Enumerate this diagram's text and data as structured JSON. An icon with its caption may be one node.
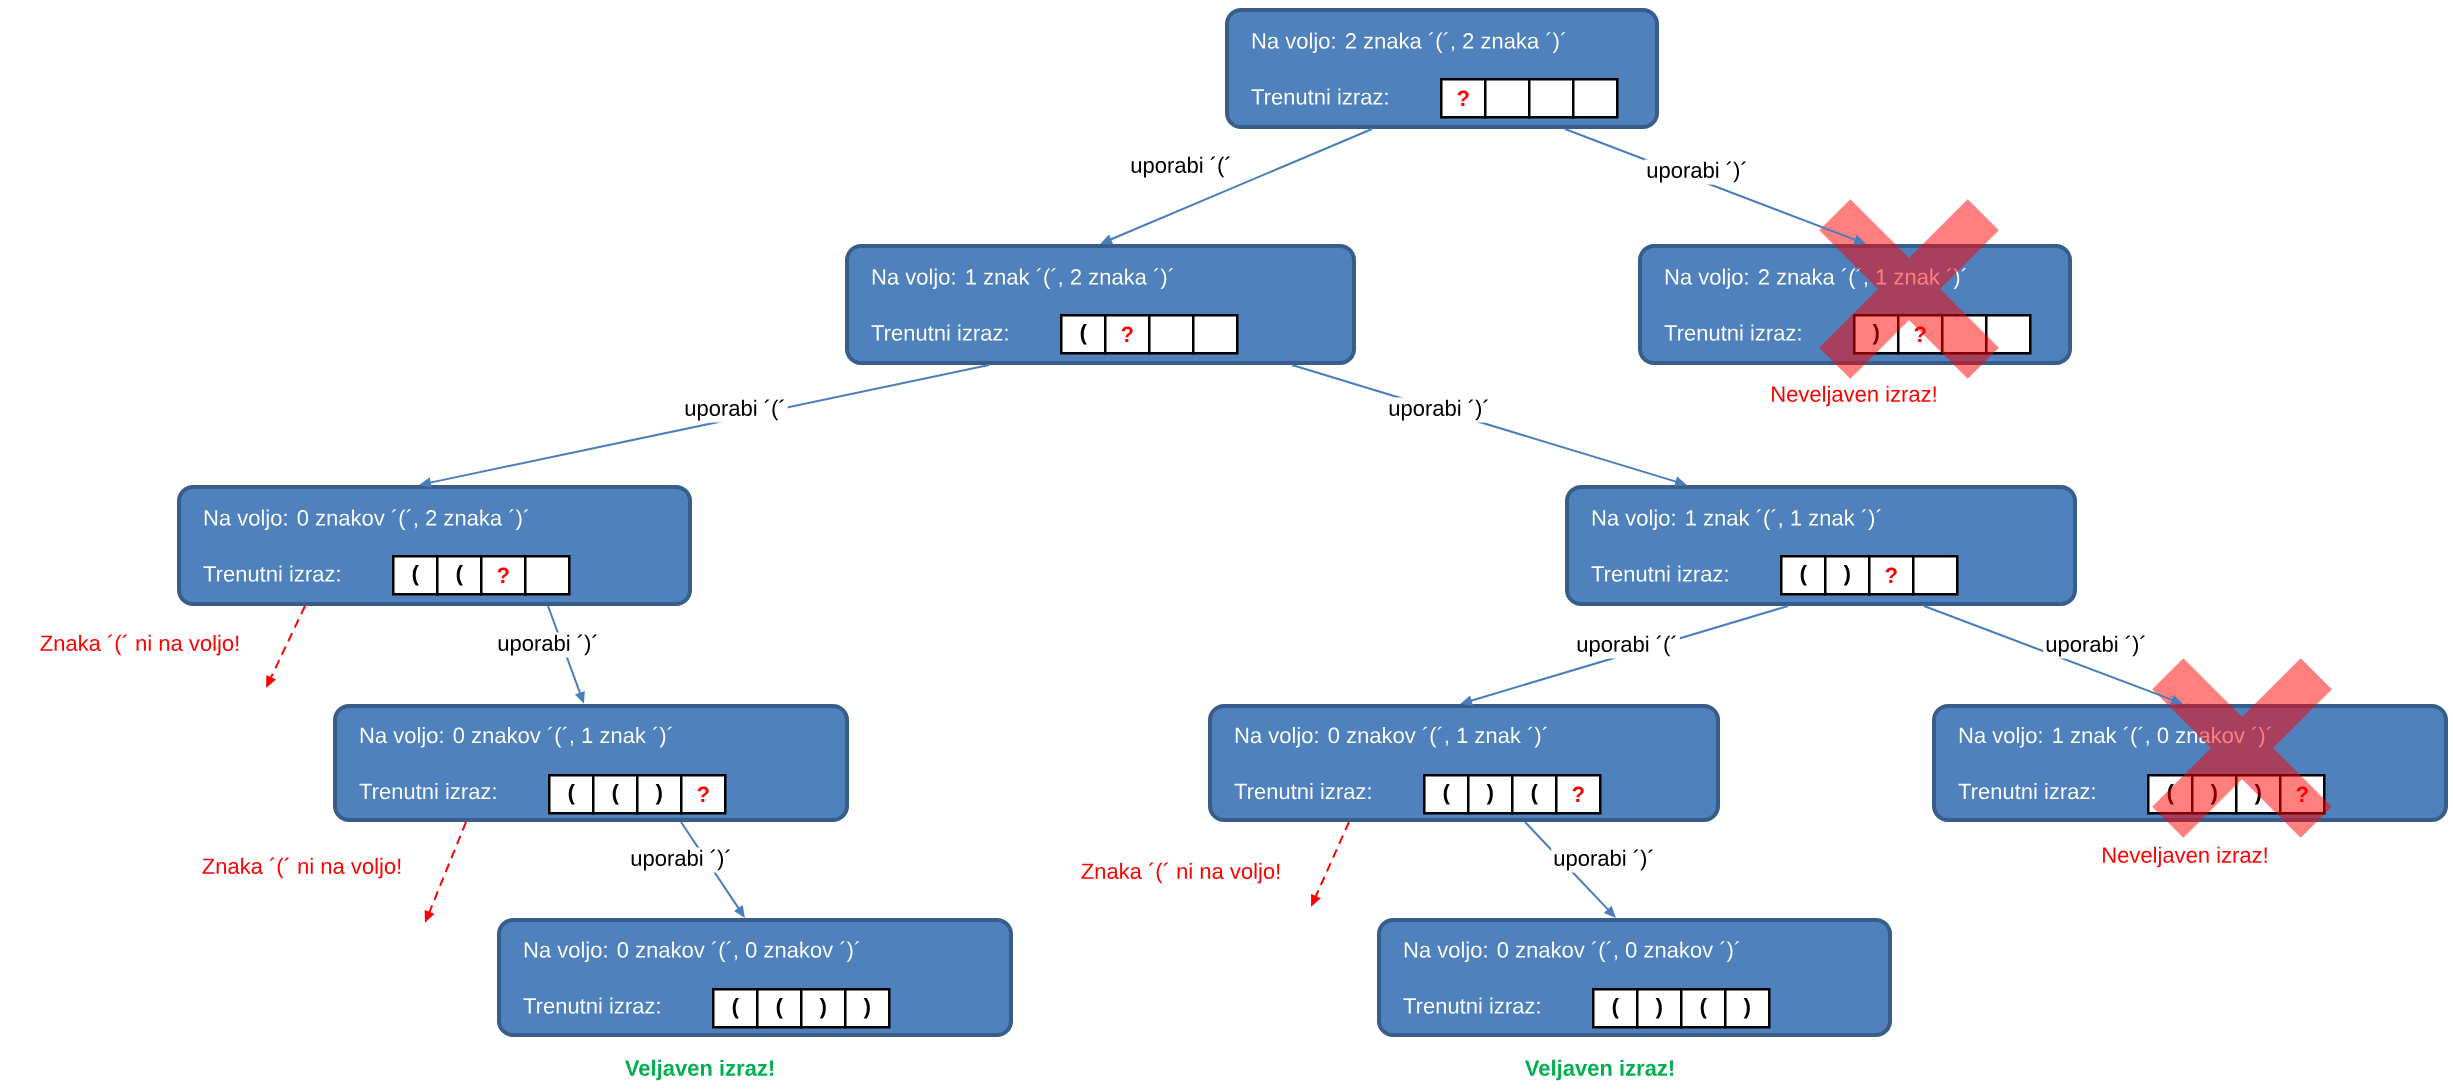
{
  "diagram": {
    "nodes": [
      {
        "text": [
          "Na voljo: 2 znaka ´(´, 2 znaka ´)´",
          "Trenutni izraz:"
        ]
      },
      {
        "text": [
          "?"
        ],
        "in": 0
      },
      {
        "text": [],
        "shape": "box",
        "in": 0
      },
      {
        "text": [],
        "shape": "box",
        "in": 0
      },
      {
        "text": [],
        "shape": "box",
        "in": 0
      },
      {
        "text": [
          "Na voljo: 1 znak ´(´, 2 znaka ´)´",
          "Trenutni izraz:"
        ]
      },
      {
        "text": [
          "("
        ],
        "in": 5
      },
      {
        "text": [
          "?"
        ],
        "in": 5
      },
      {
        "text": [],
        "shape": "box",
        "in": 5
      },
      {
        "text": [],
        "shape": "box",
        "in": 5
      },
      {
        "text": [
          "Na voljo: 2 znaka ´(´, 1 znak ´)´",
          "Trenutni izraz:"
        ],
        "beside": [
          "Neveljaven izraz!"
        ]
      },
      {
        "text": [
          ")"
        ],
        "in": 10
      },
      {
        "text": [
          "?"
        ],
        "in": 10
      },
      {
        "text": [],
        "shape": "box",
        "in": 10
      },
      {
        "text": [],
        "shape": "box",
        "in": 10
      },
      {
        "text": [
          "Na voljo: 0 znakov ´(´, 2 znaka ´)´",
          "Trenutni izraz:"
        ]
      },
      {
        "text": [
          "("
        ],
        "in": 15
      },
      {
        "text": [
          "("
        ],
        "in": 15
      },
      {
        "text": [
          "?"
        ],
        "in": 15
      },
      {
        "text": [],
        "shape": "box",
        "in": 15
      },
      {
        "text": [
          "Na voljo: 1 znak ´(´, 1 znak ´)´",
          "Trenutni izraz:"
        ]
      },
      {
        "text": [
          "("
        ],
        "in": 20
      },
      {
        "text": [
          ")"
        ],
        "in": 20
      },
      {
        "text": [
          "?"
        ],
        "in": 20
      },
      {
        "text": [],
        "shape": "box",
        "in": 20
      },
      {
        "text": [
          "Na voljo: 0 znakov ´(´, 1 znak ´)´",
          "Trenutni izraz:"
        ]
      },
      {
        "text": [
          "("
        ],
        "in": 25
      },
      {
        "text": [
          "("
        ],
        "in": 25
      },
      {
        "text": [
          ")"
        ],
        "in": 25
      },
      {
        "text": [
          "?"
        ],
        "in": 25
      },
      {
        "text": [
          "Na voljo: 0 znakov ´(´, 1 znak ´)´",
          "Trenutni izraz:"
        ]
      },
      {
        "text": [
          "("
        ],
        "in": 30
      },
      {
        "text": [
          ")"
        ],
        "in": 30
      },
      {
        "text": [
          "("
        ],
        "in": 30
      },
      {
        "text": [
          "?"
        ],
        "in": 30
      },
      {
        "text": [
          "Na voljo: 1 znak ´(´, 0 znakov ´)´",
          "Trenutni izraz:"
        ],
        "beside": [
          "Neveljaven izraz!"
        ]
      },
      {
        "text": [
          "("
        ],
        "in": 35
      },
      {
        "text": [
          ")"
        ],
        "in": 35
      },
      {
        "text": [
          ")"
        ],
        "in": 35
      },
      {
        "text": [
          "?"
        ],
        "in": 35
      },
      {
        "text": [
          "Na voljo: 0 znakov ´(´, 0 znakov ´)´",
          "Trenutni izraz:"
        ],
        "beside": [
          "Veljaven izraz!"
        ]
      },
      {
        "text": [
          "("
        ],
        "in": 40
      },
      {
        "text": [
          "("
        ],
        "in": 40
      },
      {
        "text": [
          ")"
        ],
        "in": 40
      },
      {
        "text": [
          ")"
        ],
        "in": 40
      },
      {
        "text": [
          "Na voljo: 0 znakov ´(´, 0 znakov ´)´",
          "Trenutni izraz:"
        ],
        "beside": [
          "Veljaven izraz!"
        ]
      },
      {
        "text": [
          "("
        ],
        "in": 45
      },
      {
        "text": [
          ")"
        ],
        "in": 45
      },
      {
        "text": [
          "("
        ],
        "in": 45
      },
      {
        "text": [
          ")"
        ],
        "in": 45
      }
    ],
    "edges": [
      {
        "from": 0,
        "to": 5,
        "arrow": "to",
        "label": "uporabi ´(´"
      },
      {
        "from": 0,
        "to": 10,
        "arrow": "to",
        "label": "uporabi ´)´"
      },
      {
        "from": 5,
        "to": 15,
        "arrow": "to",
        "label": "uporabi ´(´"
      },
      {
        "from": 5,
        "to": 20,
        "arrow": "to",
        "label": "uporabi ´)´"
      },
      {
        "from": 15,
        "to": null,
        "arrow": "to",
        "label": "Znaka ´(´ ni na voljo!",
        "style": "dashed",
        "color": "#ff0000"
      },
      {
        "from": 15,
        "to": 25,
        "arrow": "to",
        "label": "uporabi ´)´"
      },
      {
        "from": 25,
        "to": null,
        "arrow": "to",
        "label": "Znaka ´(´ ni na voljo!",
        "style": "dashed",
        "color": "#ff0000"
      },
      {
        "from": 25,
        "to": 40,
        "arrow": "to",
        "label": "uporabi ´)´"
      },
      {
        "from": 20,
        "to": 30,
        "arrow": "to",
        "label": "uporabi ´(´"
      },
      {
        "from": 20,
        "to": 35,
        "arrow": "to",
        "label": "uporabi ´)´"
      },
      {
        "from": 30,
        "to": null,
        "arrow": "to",
        "label": "Znaka ´(´ ni na voljo!",
        "style": "dashed",
        "color": "#ff0000"
      },
      {
        "from": 30,
        "to": 45,
        "arrow": "to",
        "label": "uporabi ´)´"
      }
    ]
  }
}
